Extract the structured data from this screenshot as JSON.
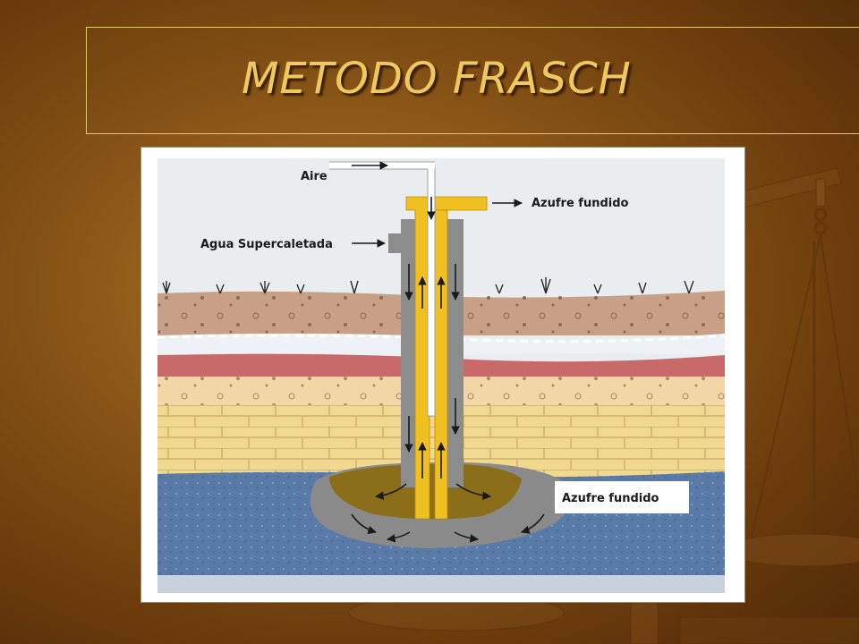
{
  "slide": {
    "title": "METODO FRASCH"
  },
  "diagram": {
    "labels": {
      "air": "Aire",
      "molten_sulfur_top": "Azufre fundido",
      "superheated_water": "Agua Supercaletada",
      "molten_sulfur_bottom": "Azufre fundido"
    },
    "icons": [
      "balance-scale-icon",
      "arrow-icon"
    ],
    "colors": {
      "background": "#8c5818",
      "title": "#f0c860",
      "soil": "#c8a088",
      "red_layer": "#c96a6a",
      "sand": "#f2d6a6",
      "limestone": "#f0d890",
      "bedrock": "#5a7aa8",
      "sulfur": "#f0c020",
      "pipe": "#8c8c8c"
    }
  }
}
